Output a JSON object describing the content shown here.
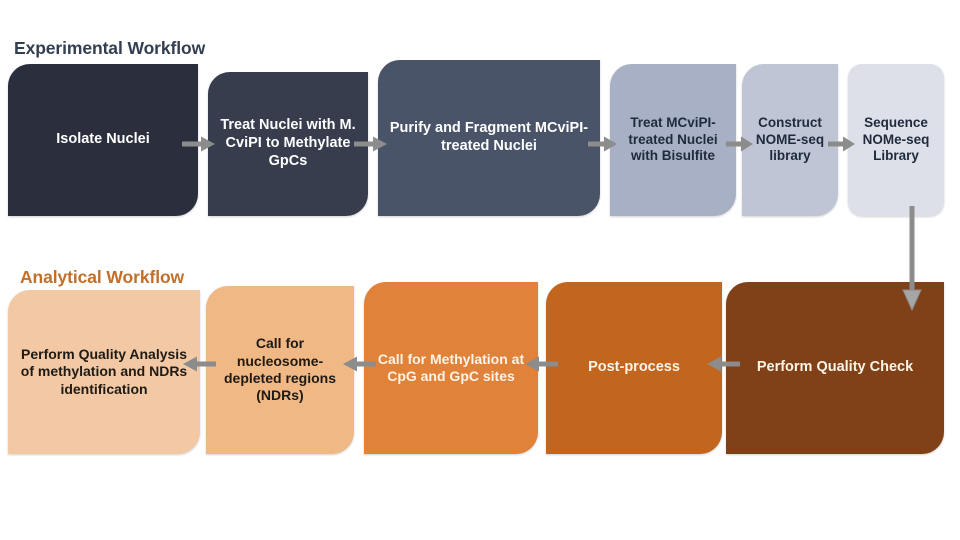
{
  "diagram": {
    "background": "#ffffff",
    "sections": [
      {
        "id": "experimental",
        "title": "Experimental Workflow",
        "color": "#333f50"
      },
      {
        "id": "analytical",
        "title": "Analytical Workflow",
        "color": "#c1702b"
      }
    ]
  },
  "experimental": {
    "title": "Experimental Workflow",
    "steps": [
      {
        "label": "Isolate Nuclei",
        "fill": "#2b2f3d",
        "text": "#ffffff"
      },
      {
        "label": "Treat Nuclei with M. CviPI to Methylate GpCs",
        "fill": "#373d4d",
        "text": "#ffffff"
      },
      {
        "label": "Purify and Fragment MCviPI-treated Nuclei",
        "fill": "#4a5468",
        "text": "#ffffff"
      },
      {
        "label": "Treat MCviPI-treated Nuclei with Bisulfite",
        "fill": "#a7b0c4",
        "text": "#1f2a3c"
      },
      {
        "label": "Construct NOME-seq library",
        "fill": "#bfc5d4",
        "text": "#1f2a3c"
      },
      {
        "label": "Sequence NOMe-seq Library",
        "fill": "#dde0e8",
        "text": "#1f2a3c"
      }
    ]
  },
  "analytical": {
    "title": "Analytical Workflow",
    "steps": [
      {
        "label": "Perform Quality Analysis of methylation and NDRs identification",
        "fill": "#f2c9a4",
        "text": "#1f1a14"
      },
      {
        "label": "Call for nucleosome-depleted regions (NDRs)",
        "fill": "#f0b884",
        "text": "#1f1a14"
      },
      {
        "label": "Call for Methylation at CpG and GpC sites",
        "fill": "#e1823a",
        "text": "#fdf4e6"
      },
      {
        "label": "Post-process",
        "fill": "#c1651f",
        "text": "#fdf4e6"
      },
      {
        "label": "Perform Quality Check",
        "fill": "#804018",
        "text": "#fdf4e6"
      }
    ]
  },
  "connectors": {
    "arrow_color": "#8c8c8c",
    "top_row_direction": "right",
    "bottom_row_direction": "left",
    "vertical_label": "Sequence NOMe-seq Library to Perform Quality Check"
  }
}
